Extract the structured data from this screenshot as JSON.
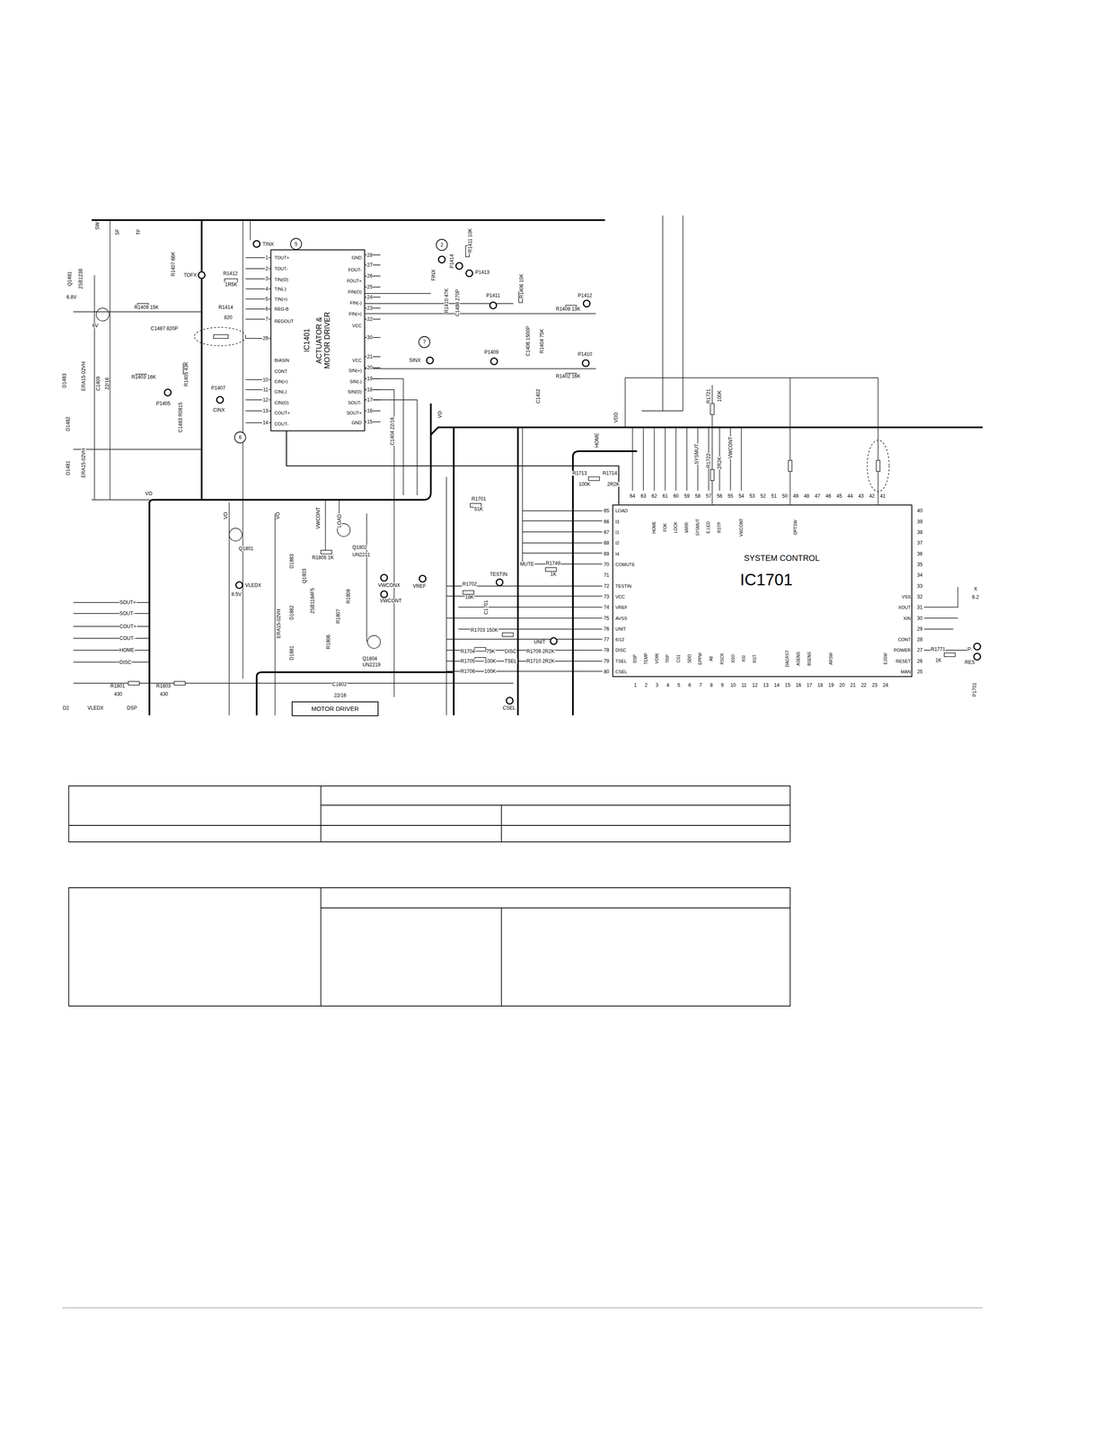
{
  "diagram": {
    "nodes": [
      {
        "text": [
          "IC1401",
          "ACTUATOR & MOTOR DRIVER"
        ]
      },
      {
        "text": [
          "SYSTEM CONTROL",
          "IC1701"
        ]
      },
      {
        "text": [
          "MOTOR DRIVER"
        ]
      }
    ],
    "edges": [
      {
        "from": 0,
        "to": 1,
        "arrow": "none"
      }
    ],
    "labels": [
      "1",
      "2",
      "3",
      "4",
      "5",
      "6",
      "7",
      "29",
      "10",
      "11",
      "12",
      "13",
      "14",
      "TOUT+",
      "TOUT-",
      "TIN(O)",
      "TIN(-)",
      "TIN(+)",
      "REG-B",
      "REGOUT",
      "BIASIN",
      "CONT",
      "CIN(+)",
      "CIN(-)",
      "CIN(O)",
      "COUT+",
      "COUT-",
      "28",
      "27",
      "26",
      "25",
      "24",
      "23",
      "22",
      "30",
      "21",
      "20",
      "19",
      "18",
      "17",
      "16",
      "15",
      "GND",
      "FOUT-",
      "FOUT+",
      "FIN(O)",
      "FIN(-)",
      "FIN(+)",
      "VCC",
      "VCC",
      "SIN(+)",
      "SIN(-)",
      "SIN(O)",
      "SOUT-",
      "SOUT+",
      "GND",
      "64",
      "63",
      "62",
      "61",
      "60",
      "59",
      "58",
      "57",
      "56",
      "55",
      "54",
      "53",
      "52",
      "51",
      "50",
      "49",
      "48",
      "47",
      "46",
      "45",
      "44",
      "43",
      "42",
      "41",
      "HOME",
      "FOK",
      "LOCK",
      "MIRR",
      "SYSMUT",
      "E.LED",
      "RSTP",
      "VWCONT",
      "OPTSW",
      "65",
      "66",
      "67",
      "68",
      "69",
      "70",
      "71",
      "72",
      "73",
      "74",
      "75",
      "76",
      "77",
      "78",
      "79",
      "80",
      "LOAD",
      "I3",
      "I1",
      "I2",
      "I4",
      "COMUTE",
      "TESTIN",
      "VCC",
      "VREF",
      "AVSS",
      "UNIT",
      "6/12",
      "DISC",
      "TSEL",
      "CSEL",
      "40",
      "39",
      "38",
      "37",
      "36",
      "35",
      "34",
      "33",
      "32",
      "31",
      "30",
      "29",
      "28",
      "27",
      "26",
      "25",
      "VSS",
      "XOUT",
      "XIN",
      "CONT",
      "POWER",
      "RESET",
      "MAN",
      "1",
      "2",
      "3",
      "4",
      "5",
      "6",
      "7",
      "8",
      "9",
      "10",
      "11",
      "12",
      "13",
      "14",
      "15",
      "16",
      "17",
      "18",
      "19",
      "20",
      "21",
      "22",
      "23",
      "24",
      "DSP",
      "TEMP",
      "VOIN",
      "TRP",
      "CS1",
      "SDO",
      "EPPW",
      "A8",
      "RSCK",
      "XSO",
      "XSI",
      "RST",
      "DACRST",
      "ASENS",
      "BSENS",
      "ARSW",
      "EJSW",
      "SW",
      "SF",
      "TF",
      "TINX",
      "5",
      "R1407 66K",
      "TOFX",
      "R1412",
      "1R5K",
      "R1414",
      "820",
      "C1487 820P",
      "Q1481",
      "2SB1238",
      "6.8V",
      "R1409 15K",
      "6V",
      "D1483",
      "ERA15-02VH",
      "C1409",
      "22/16",
      "D1482",
      "ERA15-02VH",
      "D1481",
      "R1403 16K",
      "R1405 43K",
      "P1405",
      "C1483 R0815",
      "P1407",
      "CINX",
      "6",
      "2",
      "FINX",
      "P1414",
      "R1410 47K",
      "C1488 270P",
      "R1411 10K",
      "P1413",
      "P1411",
      "R1406 10K",
      "P1412",
      "R1408 13K",
      "SINX",
      "7",
      "P1409",
      "C1406 1500P",
      "R1404 75K",
      "P1410",
      "R1402 16K",
      "C1402",
      "C1404 22/16",
      "VO",
      "VO",
      "VO",
      "VO",
      "Q1801",
      "R1805 1K",
      "Q1802",
      "UN2211",
      "LOAD",
      "VWCONT",
      "VLEDX",
      "8.5V",
      "D1883",
      "ERA15-02VH",
      "D1882",
      "D1881",
      "Q1803",
      "2SB1184F5",
      "R1806",
      "R1807",
      "R1808",
      "VWCONX",
      "VWCONT",
      "Q1804",
      "UN2219",
      "VREF",
      "R1701",
      "51K",
      "TESTIN",
      "R1702",
      "18K",
      "C1701",
      "R1703 150K",
      "UNIT",
      "R1704",
      "75K",
      "DISC",
      "R1705",
      "100K",
      "TSEL",
      "R1706",
      "100K",
      "R1709 2R2K",
      "R1710 2R2K",
      "MUTE",
      "R1749",
      "1K",
      "CSEL",
      "R1713",
      "100K",
      "R1714",
      "2R2K",
      "R1721",
      "100K",
      "R1722",
      "2R2K",
      "HOME",
      "VDD",
      "SYSMUT",
      "VWCONT",
      "SOUT+",
      "SOUT-",
      "COUT+",
      "COUT-",
      "HOME",
      "DISC",
      "R1801",
      "430",
      "R1803",
      "430",
      "D2",
      "VLEDX",
      "DSP",
      "C1802",
      "22/16",
      "R1771",
      "1K",
      "RES",
      "P1701",
      "X",
      "6.2",
      "P"
    ]
  }
}
